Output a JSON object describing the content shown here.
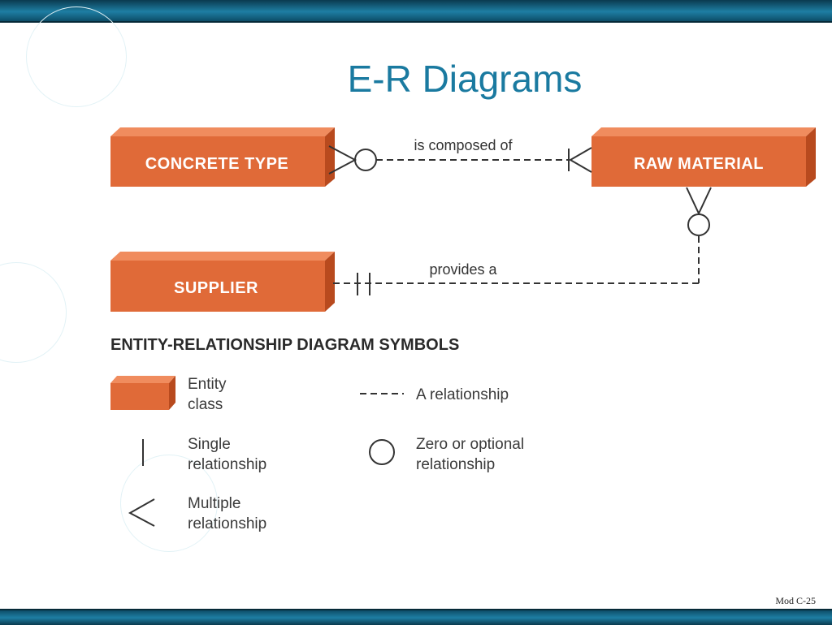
{
  "slide": {
    "title": "E-R Diagrams",
    "footer": "Mod C-25"
  },
  "colors": {
    "entity_front": "#e06a38",
    "entity_top": "#f08c5e",
    "entity_side": "#b84a1e",
    "line": "#333333",
    "title": "#1a7aa0",
    "band": "#1e7ea3"
  },
  "diagram": {
    "entities": {
      "concrete_type": "CONCRETE TYPE",
      "raw_material": "RAW MATERIAL",
      "supplier": "SUPPLIER"
    },
    "relationships": {
      "composed_of": "is composed of",
      "provides": "provides a"
    }
  },
  "legend": {
    "heading": "ENTITY-RELATIONSHIP DIAGRAM SYMBOLS",
    "entity_class": [
      "Entity",
      "class"
    ],
    "relationship": "A relationship",
    "single": [
      "Single",
      "relationship"
    ],
    "zero_optional": [
      "Zero or optional",
      "relationship"
    ],
    "multiple": [
      "Multiple",
      "relationship"
    ]
  }
}
